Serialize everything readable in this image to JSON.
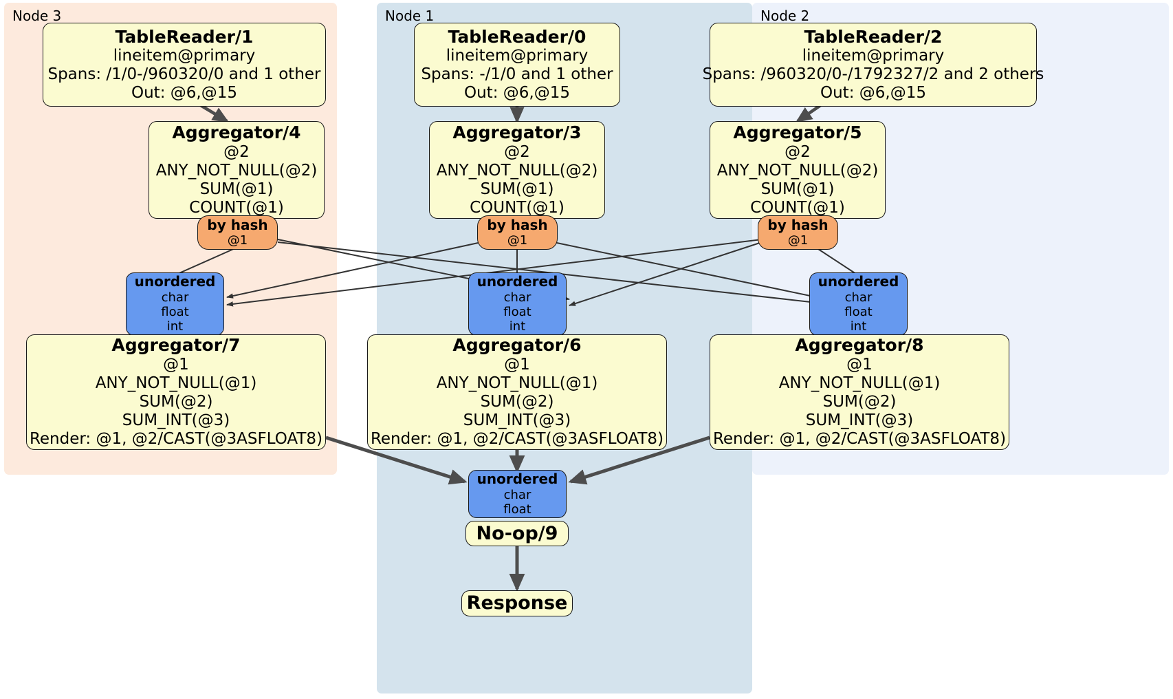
{
  "diagram": {
    "type": "distributed-query-plan",
    "title": "",
    "colors": {
      "node3_panel": "#fdeadd",
      "node1_panel": "#d4e3ed",
      "node2_panel": "#edf2fb",
      "processor_box": "#fbfbd0",
      "router_box": "#f6a96f",
      "sync_box": "#6699ef",
      "edge": "#4d4d4d",
      "stream_edge": "#333333"
    }
  },
  "panels": [
    {
      "id": "node3",
      "label": "Node 3"
    },
    {
      "id": "node1",
      "label": "Node 1"
    },
    {
      "id": "node2",
      "label": "Node 2"
    }
  ],
  "boxes": {
    "tablereader1": {
      "title": "TableReader/1",
      "line1": "lineitem@primary",
      "line2": "Spans: /1/0-/960320/0 and 1 other",
      "line3": "Out: @6,@15"
    },
    "tablereader0": {
      "title": "TableReader/0",
      "line1": "lineitem@primary",
      "line2": "Spans: -/1/0 and 1 other",
      "line3": "Out: @6,@15"
    },
    "tablereader2": {
      "title": "TableReader/2",
      "line1": "lineitem@primary",
      "line2": "Spans: /960320/0-/1792327/2 and 2 others",
      "line3": "Out: @6,@15"
    },
    "aggregator4": {
      "title": "Aggregator/4",
      "line1": "@2",
      "line2": "ANY_NOT_NULL(@2)",
      "line3": "SUM(@1)",
      "line4": "COUNT(@1)"
    },
    "aggregator3": {
      "title": "Aggregator/3",
      "line1": "@2",
      "line2": "ANY_NOT_NULL(@2)",
      "line3": "SUM(@1)",
      "line4": "COUNT(@1)"
    },
    "aggregator5": {
      "title": "Aggregator/5",
      "line1": "@2",
      "line2": "ANY_NOT_NULL(@2)",
      "line3": "SUM(@1)",
      "line4": "COUNT(@1)"
    },
    "byhash_left": {
      "title": "by hash",
      "line1": "@1"
    },
    "byhash_center": {
      "title": "by hash",
      "line1": "@1"
    },
    "byhash_right": {
      "title": "by hash",
      "line1": "@1"
    },
    "unordered_left": {
      "title": "unordered",
      "line1": "char",
      "line2": "float",
      "line3": "int"
    },
    "unordered_center": {
      "title": "unordered",
      "line1": "char",
      "line2": "float",
      "line3": "int"
    },
    "unordered_right": {
      "title": "unordered",
      "line1": "char",
      "line2": "float",
      "line3": "int"
    },
    "aggregator7": {
      "title": "Aggregator/7",
      "line1": "@1",
      "line2": "ANY_NOT_NULL(@1)",
      "line3": "SUM(@2)",
      "line4": "SUM_INT(@3)",
      "line5": "Render: @1, @2/CAST(@3ASFLOAT8)"
    },
    "aggregator6": {
      "title": "Aggregator/6",
      "line1": "@1",
      "line2": "ANY_NOT_NULL(@1)",
      "line3": "SUM(@2)",
      "line4": "SUM_INT(@3)",
      "line5": "Render: @1, @2/CAST(@3ASFLOAT8)"
    },
    "aggregator8": {
      "title": "Aggregator/8",
      "line1": "@1",
      "line2": "ANY_NOT_NULL(@1)",
      "line3": "SUM(@2)",
      "line4": "SUM_INT(@3)",
      "line5": "Render: @1, @2/CAST(@3ASFLOAT8)"
    },
    "unordered_final": {
      "title": "unordered",
      "line1": "char",
      "line2": "float"
    },
    "noop9": {
      "title": "No-op/9"
    },
    "response": {
      "title": "Response"
    }
  }
}
